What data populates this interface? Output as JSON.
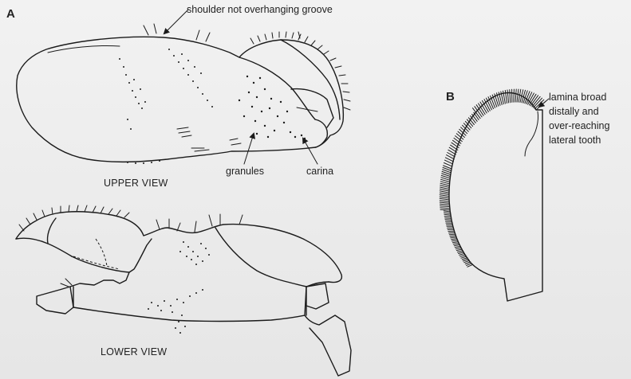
{
  "panels": {
    "a_letter": "A",
    "b_letter": "B"
  },
  "annotations": {
    "shoulder": "shoulder not overhanging groove",
    "granules": "granules",
    "carina": "carina",
    "lamina_line1": "lamina broad",
    "lamina_line2": "distally and",
    "lamina_line3": "over-reaching",
    "lamina_line4": "lateral tooth"
  },
  "views": {
    "upper": "UPPER VIEW",
    "lower": "LOWER VIEW"
  },
  "colors": {
    "line": "#1b1b1b",
    "background": "#ececec"
  }
}
